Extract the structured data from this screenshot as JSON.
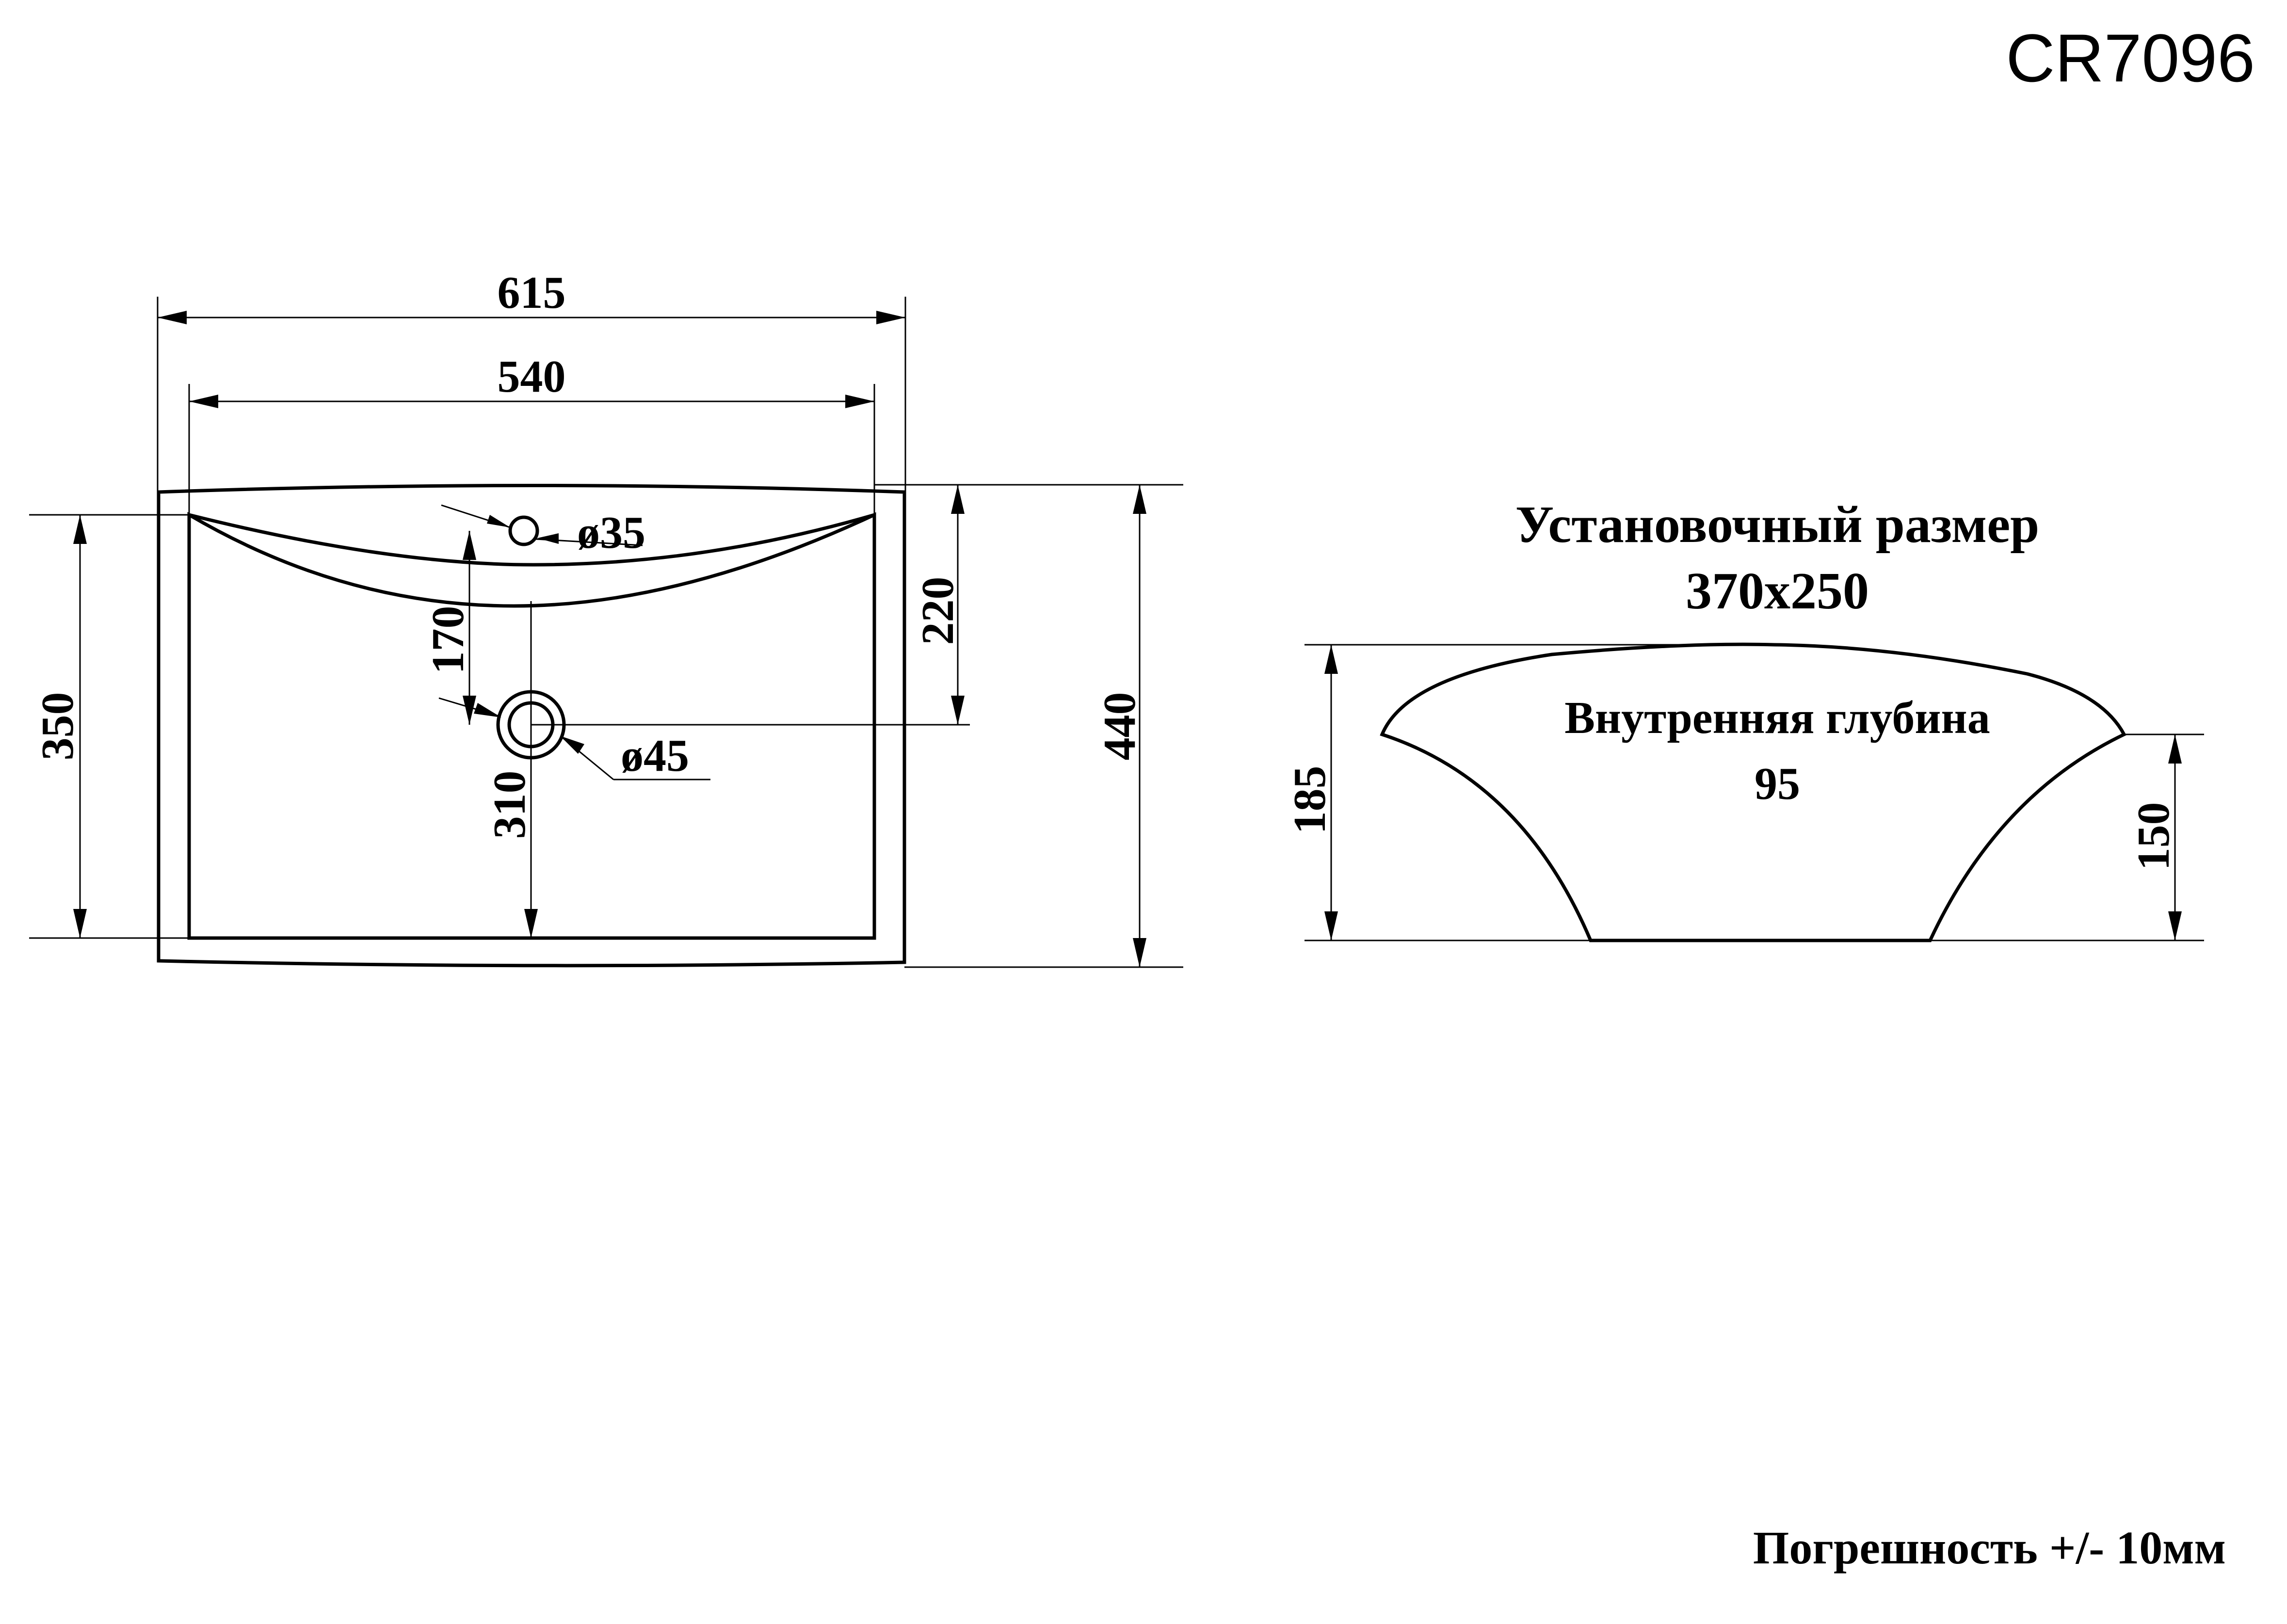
{
  "model_code": "CR7096",
  "top_view": {
    "width_outer": "615",
    "width_inner": "540",
    "depth_outer": "440",
    "depth_inner": "350",
    "tap_hole_to_drain": "220",
    "tap_offset": "170",
    "drain_offset": "310",
    "tap_hole_diameter": "ø35",
    "drain_diameter": "ø45"
  },
  "side_view": {
    "mounting_title": "Установочный размер",
    "mounting_size": "370x250",
    "inner_depth_label": "Внутренняя глубина",
    "inner_depth_value": "95",
    "total_height": "185",
    "body_height": "150"
  },
  "tolerance_note": "Погрешность +/- 10мм"
}
